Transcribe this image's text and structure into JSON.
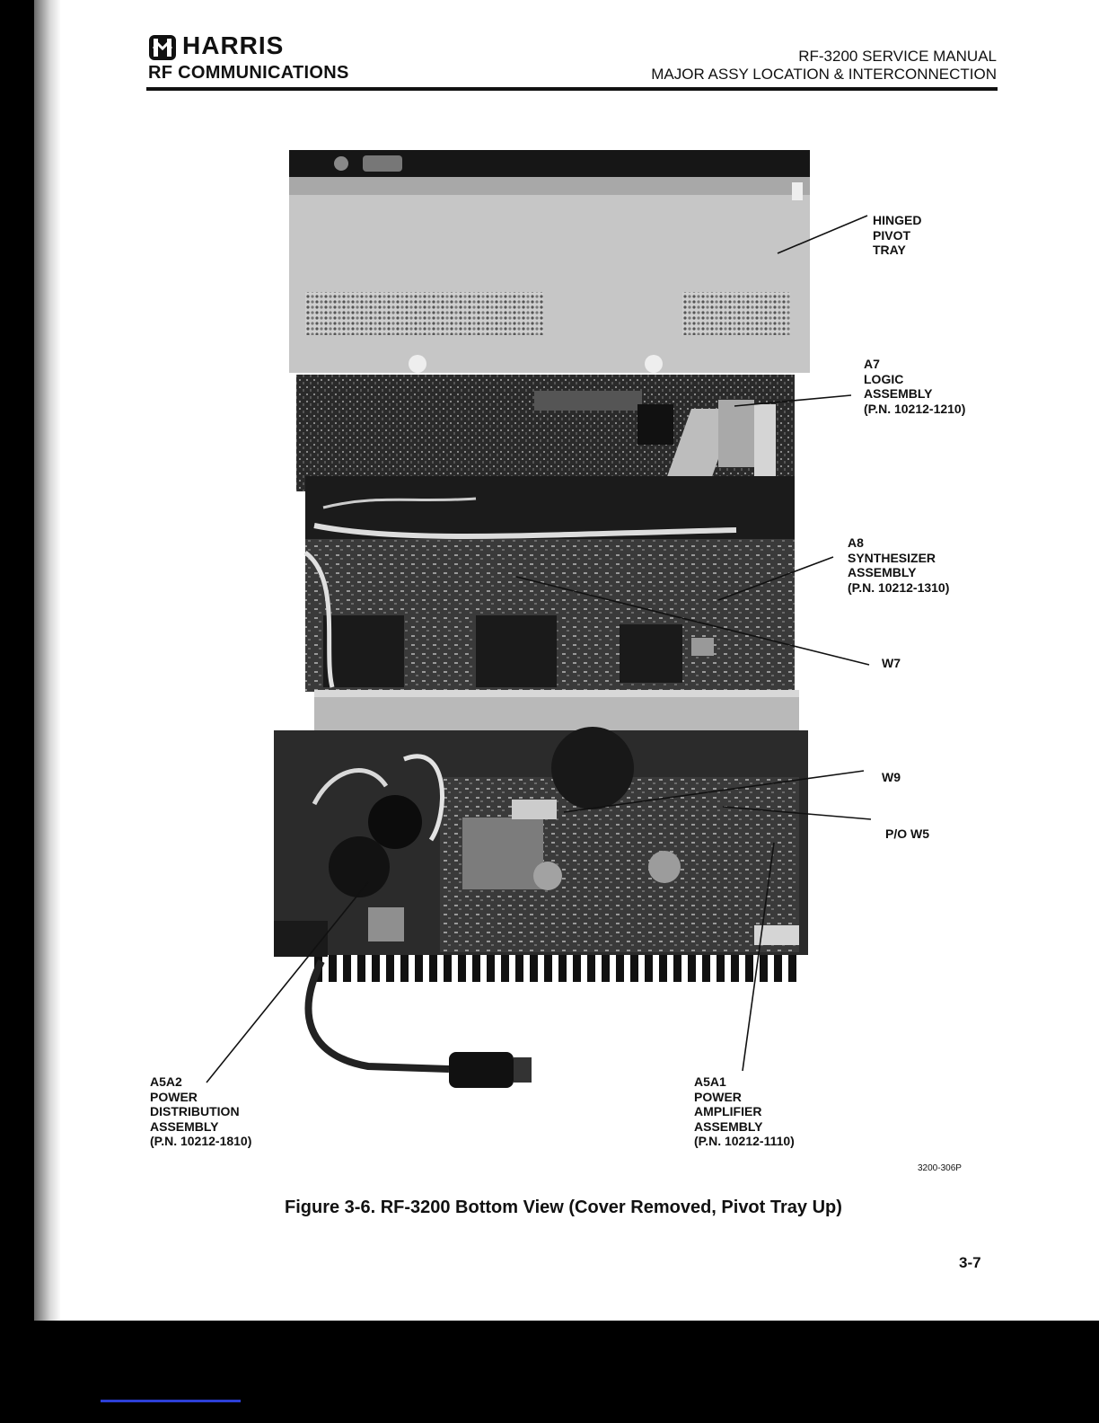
{
  "header": {
    "brand": "HARRIS",
    "division": "RF COMMUNICATIONS",
    "manual_title": "RF-3200 SERVICE MANUAL",
    "section_title": "MAJOR ASSY LOCATION & INTERCONNECTION"
  },
  "figure": {
    "callouts": {
      "hinged_pivot_tray": [
        "HINGED",
        "PIVOT",
        "TRAY"
      ],
      "a7": [
        "A7",
        "LOGIC",
        "ASSEMBLY",
        "(P.N. 10212-1210)"
      ],
      "a8": [
        "A8",
        "SYNTHESIZER",
        "ASSEMBLY",
        "(P.N. 10212-1310)"
      ],
      "w7": [
        "W7"
      ],
      "w9": [
        "W9"
      ],
      "p_o_w5": [
        "P/O W5"
      ],
      "a5a2": [
        "A5A2",
        "POWER",
        "DISTRIBUTION",
        "ASSEMBLY",
        "(P.N. 10212-1810)"
      ],
      "a5a1": [
        "A5A1",
        "POWER",
        "AMPLIFIER",
        "ASSEMBLY",
        "(P.N. 10212-1110)"
      ]
    },
    "figure_id": "3200-306P",
    "caption": "Figure 3-6. RF-3200 Bottom View (Cover Removed, Pivot Tray Up)"
  },
  "footer": {
    "page_number": "3-7"
  }
}
